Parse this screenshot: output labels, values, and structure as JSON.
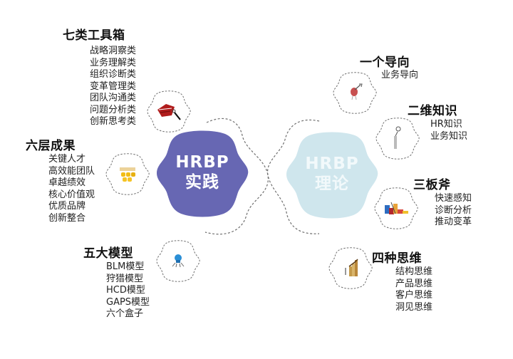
{
  "colors": {
    "practice_fill": "#6767b3",
    "theory_fill": "#cfe6ed",
    "dashed_outline": "#6f6f6f",
    "text": "#1a1a1a"
  },
  "center": {
    "practice": {
      "line1": "HRBP",
      "line2": "实践"
    },
    "theory": {
      "line1": "HRBP",
      "line2": "理论"
    }
  },
  "practice_side": {
    "toolbox": {
      "title": "七类工具箱",
      "icon": "toolbox-icon",
      "items": [
        "战略洞察类",
        "业务理解类",
        "组织诊断类",
        "变革管理类",
        "团队沟通类",
        "问题分析类",
        "创新思考类"
      ]
    },
    "results": {
      "title": "六层成果",
      "icon": "gold-coins-icon",
      "items": [
        "关键人才",
        "高效能团队",
        "卓越绩效",
        "核心价值观",
        "优质品牌",
        "创新整合"
      ]
    },
    "models": {
      "title": "五大模型",
      "icon": "model-figure-icon",
      "items": [
        "BLM模型",
        "狩猎模型",
        "HCD模型",
        "GAPS模型",
        "六个盒子"
      ]
    }
  },
  "theory_side": {
    "direction": {
      "title": "一个导向",
      "icon": "target-arrow-icon",
      "items": [
        "业务导向"
      ]
    },
    "knowledge": {
      "title": "二维知识",
      "icon": "thinking-person-icon",
      "items": [
        "HR知识",
        "业务知识"
      ]
    },
    "axes": {
      "title": "三板斧",
      "icon": "colored-blocks-icon",
      "items": [
        "快速感知",
        "诊断分析",
        "推动变革"
      ]
    },
    "thinking": {
      "title": "四种思维",
      "icon": "bar-chart-figure-icon",
      "items": [
        "结构思维",
        "产品思维",
        "客户思维",
        "洞见思维"
      ]
    }
  }
}
